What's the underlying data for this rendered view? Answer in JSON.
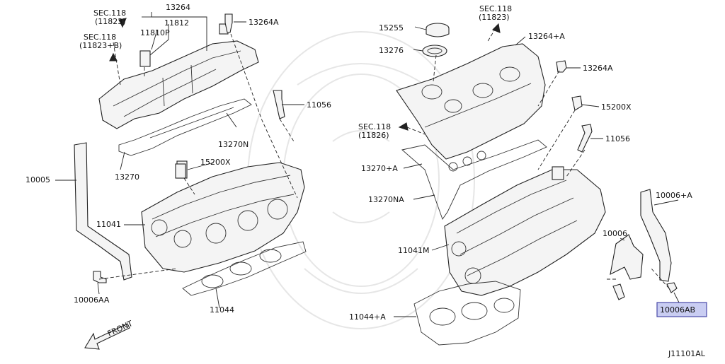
{
  "labels": {
    "sec118_11823_left": [
      "SEC.118",
      "(11823)"
    ],
    "sec118_11823b": [
      "SEC.118",
      "(11823+B)"
    ],
    "p13264": "13264",
    "p11812": "11812",
    "p11810p": "11810P",
    "p13264a_left": "13264A",
    "p11056_left": "11056",
    "p13270n": "13270N",
    "p13270": "13270",
    "p15200x_left": "15200X",
    "p10005": "10005",
    "p11041": "11041",
    "p10006aa": "10006AA",
    "p11044": "11044",
    "front": "FRONT",
    "p15255": "15255",
    "p13276": "13276",
    "sec118_11823_right": [
      "SEC.118",
      "(11823)"
    ],
    "p13264plusa": "13264+A",
    "p13264a_right": "13264A",
    "p15200x_right": "15200X",
    "p11056_right": "11056",
    "sec118_11826": [
      "SEC.118",
      "(11826)"
    ],
    "p13270plusa": "13270+A",
    "p13270na": "13270NA",
    "p10006plusa": "10006+A",
    "p10006": "10006",
    "p11041m": "11041M",
    "p11044plusa": "11044+A",
    "p10006ab": "10006AB",
    "diagram_id": "J11101AL"
  },
  "colors": {
    "highlight_fill": "#c9cdf2",
    "highlight_border": "#4a4aa8",
    "line": "#222222"
  }
}
